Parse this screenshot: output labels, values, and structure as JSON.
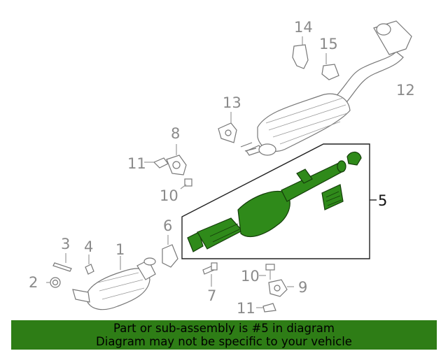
{
  "callouts": {
    "c1": "1",
    "c2": "2",
    "c3": "3",
    "c4": "4",
    "c5": "5",
    "c6": "6",
    "c7": "7",
    "c8": "8",
    "c9": "9",
    "c10a": "10",
    "c10b": "10",
    "c11a": "11",
    "c11b": "11",
    "c12": "12",
    "c13": "13",
    "c14": "14",
    "c15": "15"
  },
  "banner": {
    "line1": "Part or sub-assembly is #5 in diagram",
    "line2": "Diagram may not be specific to your vehicle"
  },
  "colors": {
    "highlight": "#2e7d16",
    "callout": "#8a8a8a",
    "highlight_part": "#2f8a1a"
  }
}
